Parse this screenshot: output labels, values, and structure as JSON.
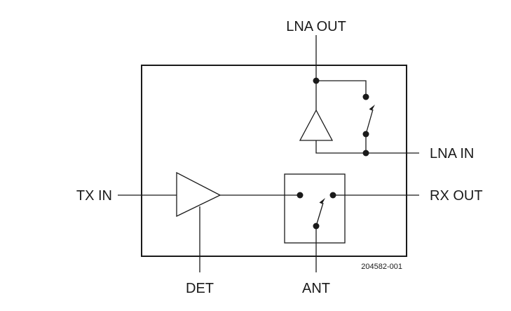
{
  "diagram": {
    "labels": {
      "lna_out": "LNA OUT",
      "lna_in": "LNA IN",
      "tx_in": "TX IN",
      "rx_out": "RX OUT",
      "det": "DET",
      "ant": "ANT"
    },
    "figure_id": "204582-001"
  }
}
